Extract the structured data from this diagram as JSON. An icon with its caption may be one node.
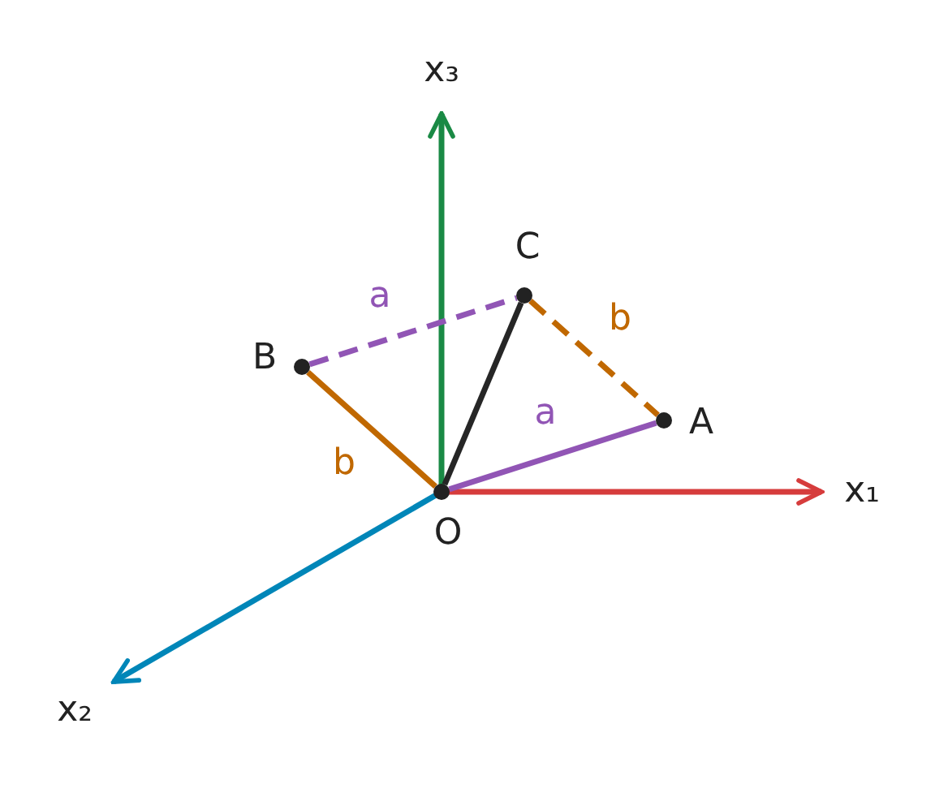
{
  "diagram": {
    "nodes": [
      {
        "text": [
          "O"
        ]
      },
      {
        "text": [
          "A"
        ]
      },
      {
        "text": [
          "B"
        ]
      },
      {
        "text": [
          "C"
        ]
      }
    ],
    "edges": [
      {
        "from": 0,
        "to": 1,
        "arrow": "none",
        "label": "a",
        "color": "#9155b5"
      },
      {
        "from": 0,
        "to": 2,
        "arrow": "none",
        "label": "b",
        "color": "#c06800"
      },
      {
        "from": 0,
        "to": 3,
        "arrow": "none",
        "color": "#262626"
      },
      {
        "from": 2,
        "to": 3,
        "arrow": "none",
        "label": "a",
        "color": "#9155b5",
        "style": "dashed"
      },
      {
        "from": 3,
        "to": 1,
        "arrow": "none",
        "label": "b",
        "color": "#c06800",
        "style": "dashed"
      }
    ],
    "labels": [
      "x₃",
      "x₁",
      "x₂"
    ]
  }
}
